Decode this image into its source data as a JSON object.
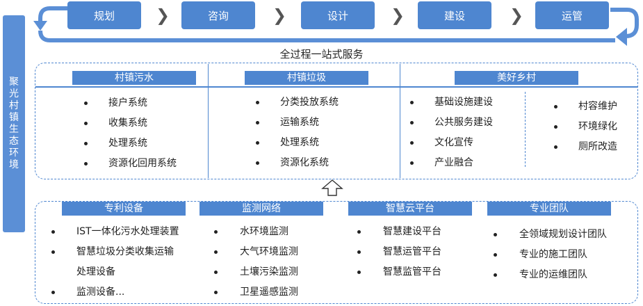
{
  "side_label": "聚光村镇生态环境",
  "process_steps": [
    "规划",
    "咨询",
    "设计",
    "建设",
    "运管"
  ],
  "tagline": "全过程一站式服务",
  "top_columns": [
    {
      "title": "村镇污水",
      "items": [
        "接户系统",
        "收集系统",
        "处理系统",
        "资源化回用系统"
      ]
    },
    {
      "title": "村镇垃圾",
      "items": [
        "分类投放系统",
        "运输系统",
        "处理系统",
        "资源化系统"
      ]
    },
    {
      "title": "美好乡村",
      "items": [
        "基础设施建设",
        "公共服务建设",
        "文化宣传",
        "产业融合"
      ],
      "items_right": [
        "村容维护",
        "环境绿化",
        "厕所改造"
      ]
    }
  ],
  "bottom_columns": [
    {
      "title": "专利设备",
      "items": [
        "IST一体化污水处理装置",
        "智慧垃圾分类收集运输",
        "处理设备",
        "监测设备..."
      ]
    },
    {
      "title": "监测网络",
      "items": [
        "水环境监测",
        "大气环境监测",
        "土壤污染监测",
        "卫星遥感监测"
      ]
    },
    {
      "title": "智慧云平台",
      "items": [
        "智慧建设平台",
        "智慧运管平台",
        "智慧监管平台"
      ]
    },
    {
      "title": "专业团队",
      "items": [
        "全领域规划设计团队",
        "专业的施工团队",
        "专业的运维团队"
      ]
    }
  ],
  "colors": {
    "primary": "#4e86d0",
    "side": "#5b8fd6",
    "cycle_arrow": "#5b8fd6"
  },
  "icons": [
    "cycle-arrow-icon",
    "chevron-right-icon",
    "up-arrow-icon",
    "bullet-icon"
  ]
}
